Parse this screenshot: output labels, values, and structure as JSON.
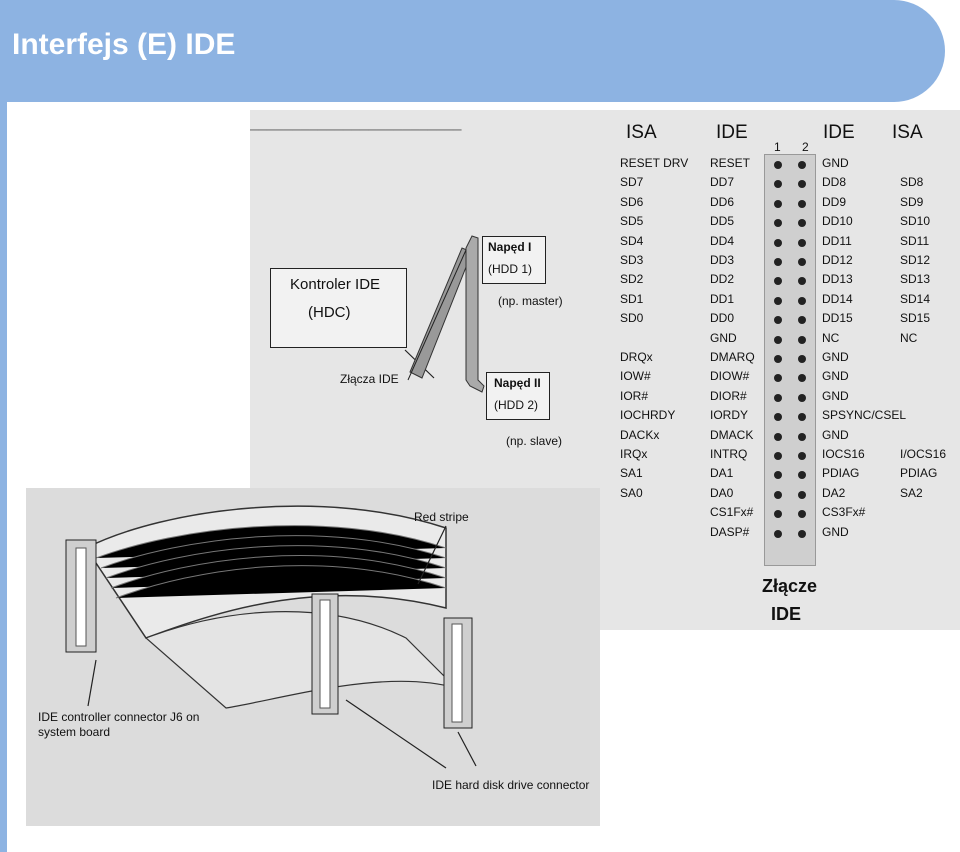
{
  "slide": {
    "title": "Interfejs (E) IDE",
    "accent_color": "#8db3e2"
  },
  "pinout": {
    "headers": {
      "isa_left": "ISA",
      "ide_left": "IDE",
      "ide_right": "IDE",
      "isa_right": "ISA"
    },
    "pin_numbers": {
      "one": "1",
      "two": "2"
    },
    "isa_left": [
      "RESET DRV",
      "SD7",
      "SD6",
      "SD5",
      "SD4",
      "SD3",
      "SD2",
      "SD1",
      "SD0",
      "",
      "DRQx",
      "IOW#",
      "IOR#",
      "IOCHRDY",
      "DACKx",
      "IRQx",
      "SA1",
      "SA0",
      "",
      ""
    ],
    "ide_left": [
      "RESET",
      "DD7",
      "DD6",
      "DD5",
      "DD4",
      "DD3",
      "DD2",
      "DD1",
      "DD0",
      "GND",
      "DMARQ",
      "DIOW#",
      "DIOR#",
      "IORDY",
      "DMACK",
      "INTRQ",
      "DA1",
      "DA0",
      "CS1Fx#",
      "DASP#"
    ],
    "ide_right": [
      "GND",
      "DD8",
      "DD9",
      "DD10",
      "DD11",
      "DD12",
      "DD13",
      "DD14",
      "DD15",
      "NC",
      "GND",
      "GND",
      "GND",
      "SPSYNC/CSEL",
      "GND",
      "IOCS16",
      "PDIAG",
      "DA2",
      "CS3Fx#",
      "GND"
    ],
    "isa_right": [
      "",
      "SD8",
      "SD9",
      "SD10",
      "SD11",
      "SD12",
      "SD13",
      "SD14",
      "SD15",
      "NC",
      "",
      "",
      "",
      "",
      "",
      "I/OCS16",
      "PDIAG",
      "SA2",
      "",
      ""
    ],
    "connector_label_line1": "Złącze",
    "connector_label_line2": "IDE"
  },
  "controller_diagram": {
    "controller_label": "Kontroler IDE",
    "controller_sub": "(HDC)",
    "drive1_label": "Napęd I",
    "drive1_sub": "(HDD 1)",
    "drive1_role": "(np. master)",
    "drive2_label": "Napęd II",
    "drive2_sub": "(HDD 2)",
    "drive2_role": "(np. slave)",
    "connectors_label": "Złącza IDE"
  },
  "ribbon_diagram": {
    "red_stripe": "Red stripe",
    "controller_connector": "IDE controller connector J6 on system board",
    "drive_connector": "IDE hard disk drive connector"
  }
}
